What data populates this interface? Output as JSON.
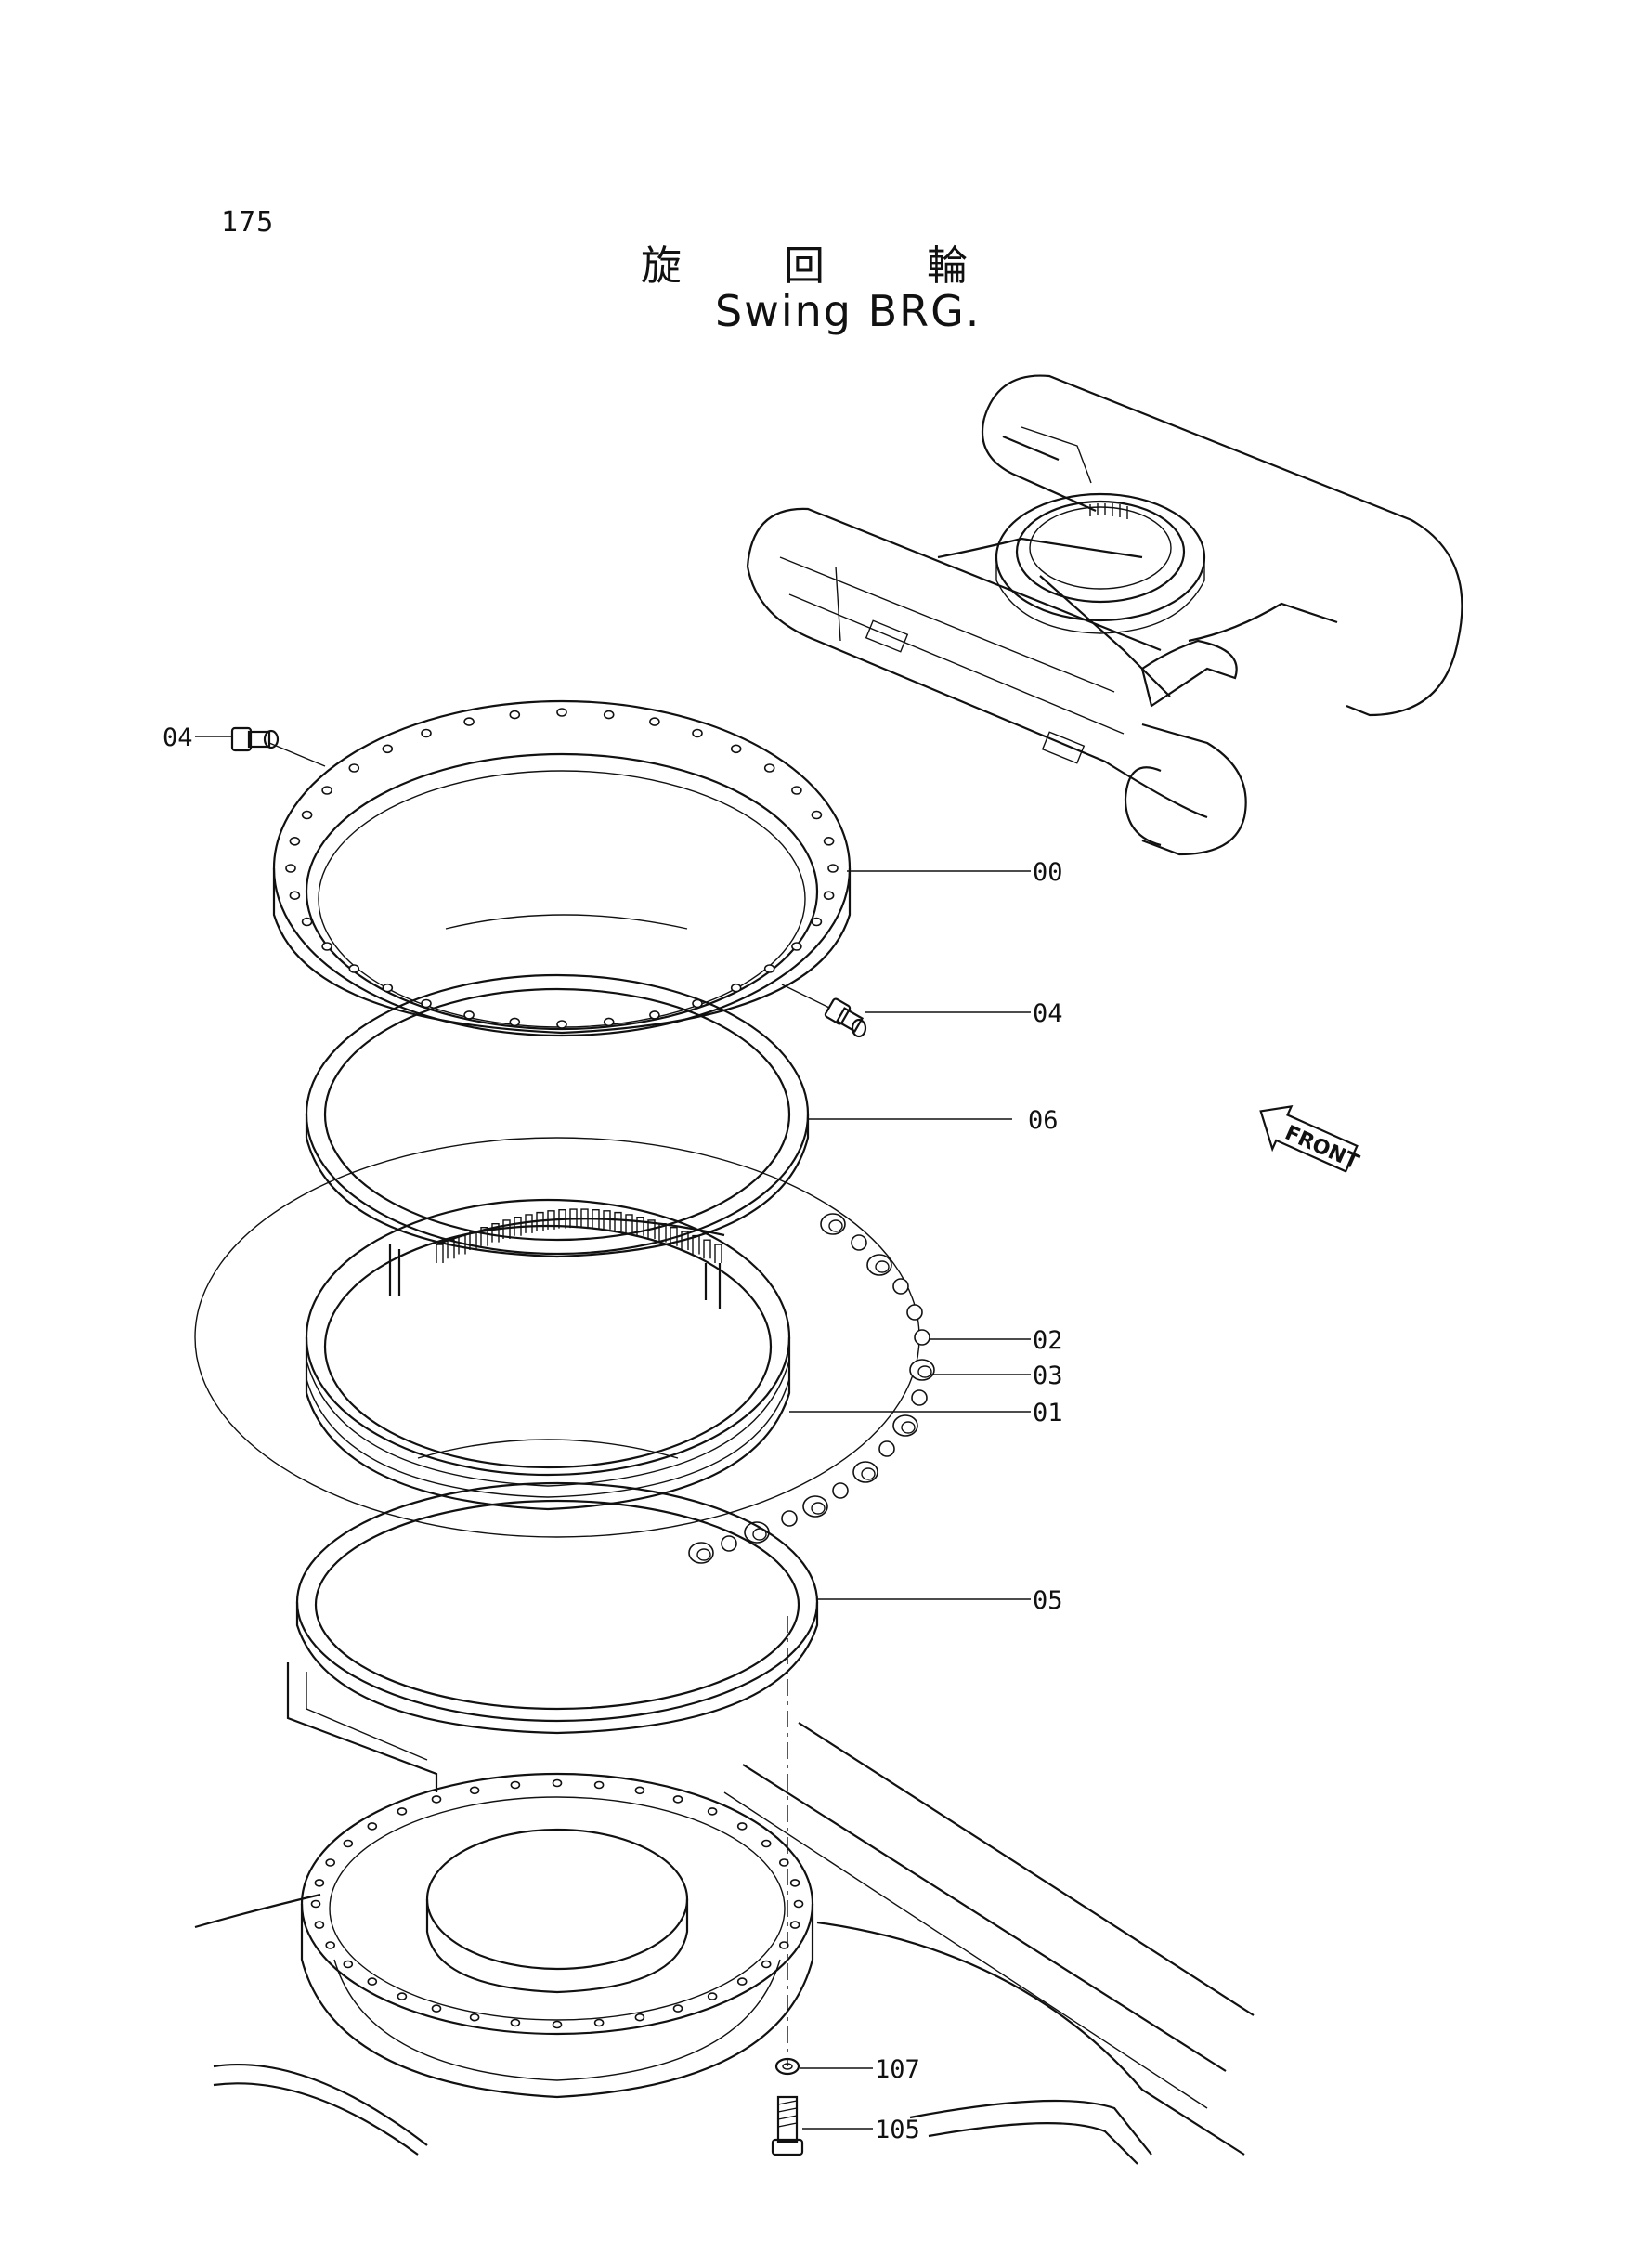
{
  "page_number": "175",
  "title_jp": "旋 回 輪",
  "title_en": "Swing BRG.",
  "front_label": "FRONT",
  "callouts": [
    {
      "id": "04-top",
      "label": "04"
    },
    {
      "id": "00",
      "label": "00"
    },
    {
      "id": "04-right",
      "label": "04"
    },
    {
      "id": "06",
      "label": "06"
    },
    {
      "id": "02",
      "label": "02"
    },
    {
      "id": "03",
      "label": "03"
    },
    {
      "id": "01",
      "label": "01"
    },
    {
      "id": "05",
      "label": "05"
    },
    {
      "id": "107",
      "label": "107"
    },
    {
      "id": "105",
      "label": "105"
    }
  ]
}
